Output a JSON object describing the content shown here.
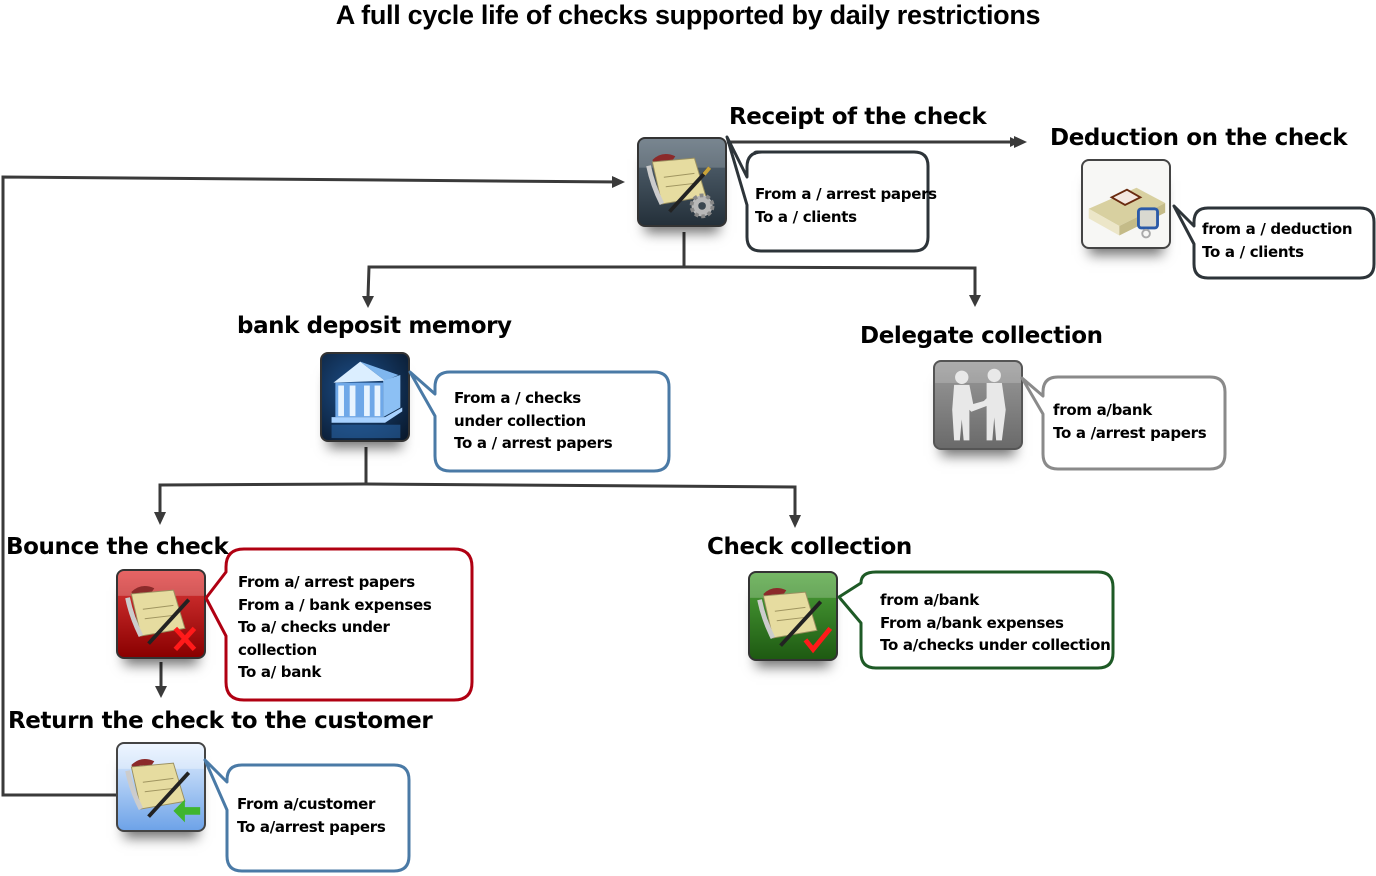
{
  "title": "A full cycle life of checks supported by daily restrictions",
  "colors": {
    "connector": "#3a3a3a",
    "bubble_dark": "#2d3439",
    "bubble_blue": "#4a7aa6",
    "bubble_gray": "#8a8a8a",
    "bubble_red": "#b00012",
    "bubble_green": "#1e5a26"
  },
  "stages": {
    "receipt": {
      "title": "Receipt of the check",
      "icon": "check-gear-icon",
      "lines": [
        "From a / arrest  papers",
        "To a / clients"
      ]
    },
    "deduction": {
      "title": "Deduction on the check",
      "icon": "money-lock-icon",
      "lines": [
        "from a / deduction",
        "To  a / clients"
      ]
    },
    "bank_deposit": {
      "title": "bank deposit memory",
      "icon": "bank-icon",
      "lines": [
        "From a / checks",
        "under collection",
        "To a / arrest papers"
      ]
    },
    "delegate": {
      "title": "Delegate collection",
      "icon": "handshake-icon",
      "lines": [
        "from  a/bank",
        "To a /arrest papers"
      ]
    },
    "bounce": {
      "title": "Bounce the check",
      "icon": "check-reject-icon",
      "lines": [
        "From a/ arrest papers",
        "From a / bank expenses",
        "To a/ checks under",
        "collection",
        "To a/ bank"
      ]
    },
    "collection": {
      "title": "Check collection",
      "icon": "check-approve-icon",
      "lines": [
        "from a/bank",
        "From a/bank expenses",
        "To a/checks under collection"
      ]
    },
    "return": {
      "title": "Return the check to the customer",
      "icon": "check-return-icon",
      "lines": [
        "From a/customer",
        "To a/arrest papers"
      ]
    }
  }
}
